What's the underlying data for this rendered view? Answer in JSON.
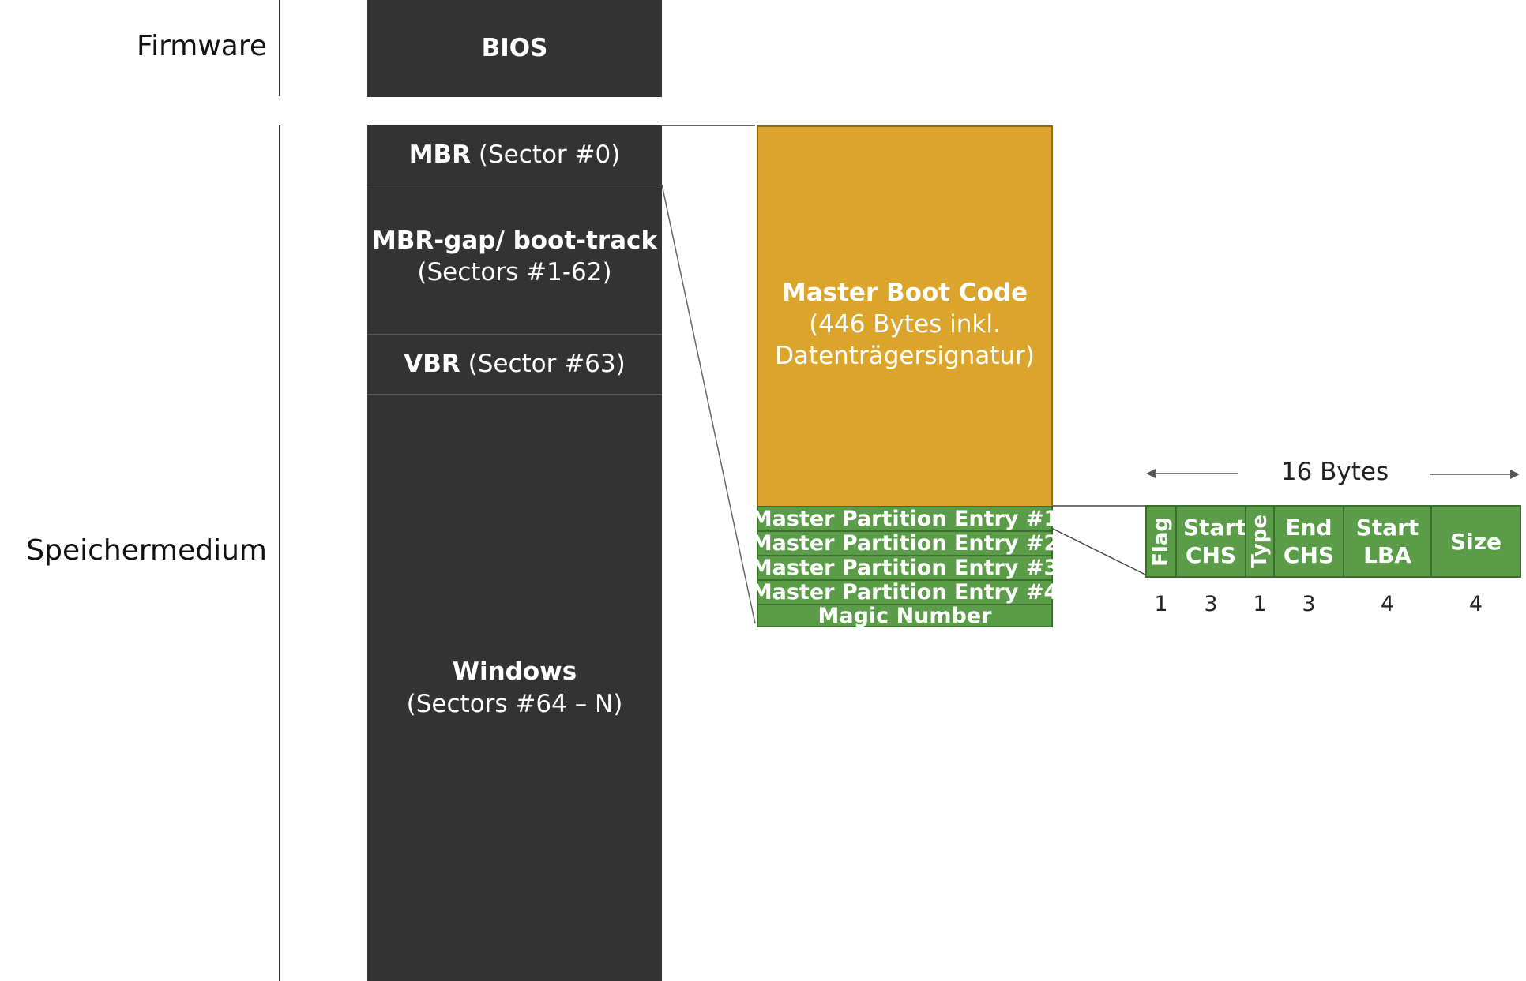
{
  "labels": {
    "firmware": "Firmware",
    "storage": "Speichermedium"
  },
  "blocks": {
    "bios": "BIOS",
    "mbr": {
      "bold": "MBR",
      "rest": " (Sector #0)"
    },
    "gap": {
      "bold": "MBR-gap/ boot-track",
      "rest": "(Sectors #1-62)"
    },
    "vbr": {
      "bold": "VBR",
      "rest": " (Sector #63)"
    },
    "windows": {
      "bold": "Windows",
      "rest": "(Sectors #64 – N)"
    }
  },
  "mbr_detail": {
    "boot_code": {
      "bold": "Master Boot Code",
      "line1": "(446 Bytes inkl.",
      "line2": "Datenträgersignatur)"
    },
    "entries": [
      "Master Partition Entry #1",
      "Master Partition Entry #2",
      "Master Partition Entry #3",
      "Master Partition Entry #4",
      "Magic Number"
    ]
  },
  "partition_entry": {
    "width_label": "16 Bytes",
    "fields": [
      {
        "label": "Flag",
        "bytes": "1"
      },
      {
        "label": "Start CHS",
        "bytes": "3"
      },
      {
        "label": "Type",
        "bytes": "1"
      },
      {
        "label": "End CHS",
        "bytes": "3"
      },
      {
        "label": "Start LBA",
        "bytes": "4"
      },
      {
        "label": "Size",
        "bytes": "4"
      }
    ]
  },
  "colors": {
    "dark": "#333333",
    "gold": "#dba52b",
    "green": "#5a9c47"
  }
}
